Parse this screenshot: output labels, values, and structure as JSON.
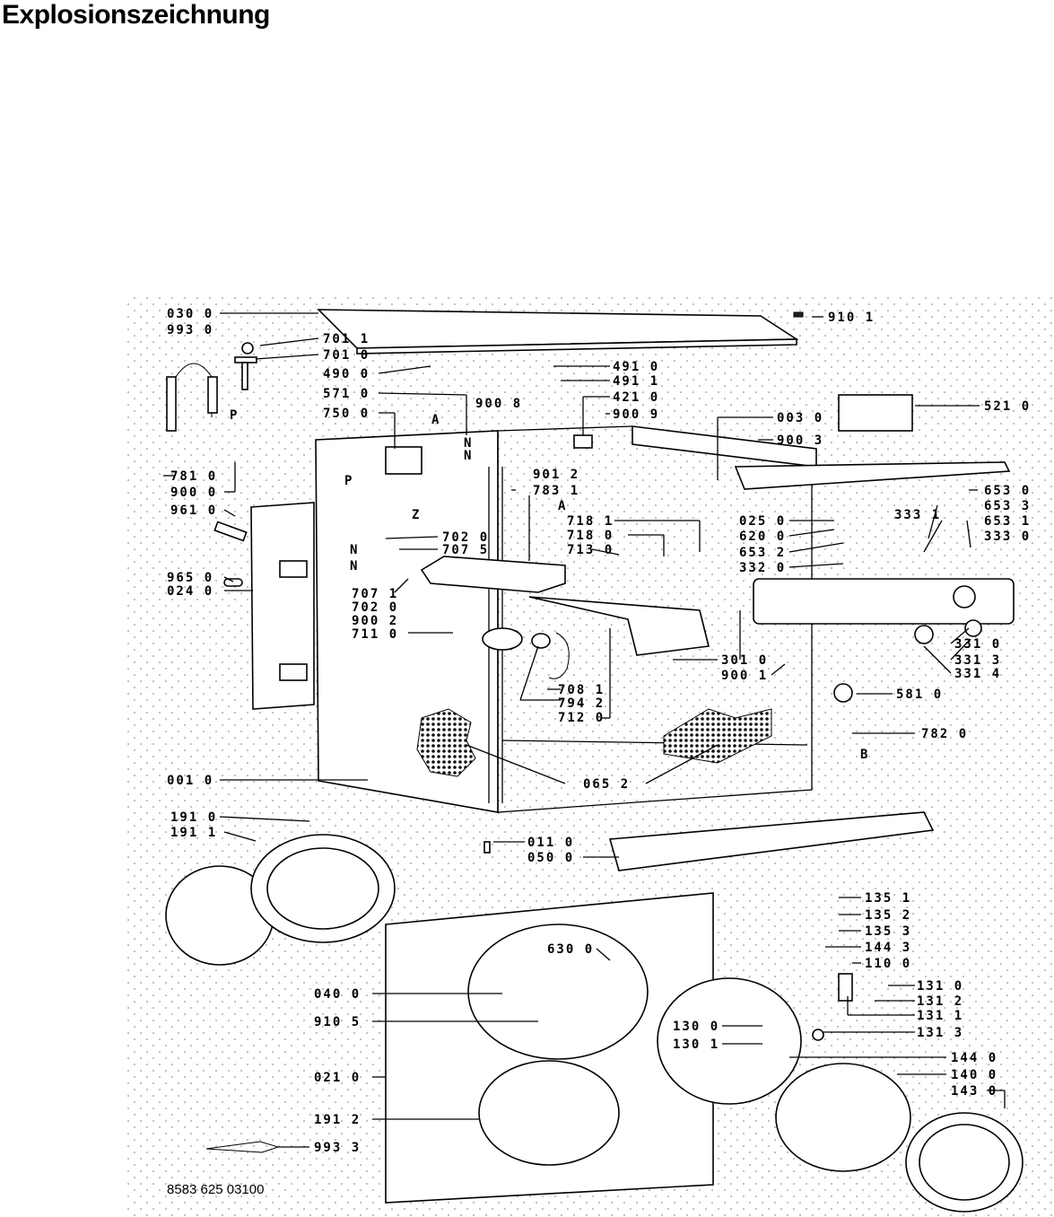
{
  "title": "Explosionszeichnung",
  "footer_code": "8583 625 03100",
  "labels": [
    "030 0",
    "993 0",
    "701 1",
    "701 0",
    "490 0",
    "571 0",
    "750 0",
    "781 0",
    "900 0",
    "961 0",
    "965 0",
    "024 0",
    "910 1",
    "491 0",
    "491 1",
    "421 0",
    "900 8",
    "900 9",
    "003 0",
    "900 3",
    "521 0",
    "901 2",
    "783 1",
    "702 0",
    "707 5",
    "718 1",
    "718 0",
    "713 0",
    "707 1",
    "702 0",
    "900 2",
    "711 0",
    "653 0",
    "653 3",
    "653 1",
    "333 1",
    "333 0",
    "025 0",
    "620 0",
    "653 2",
    "332 0",
    "301 0",
    "900 1",
    "331 0",
    "331 3",
    "331 4",
    "581 0",
    "782 0",
    "708 1",
    "794 2",
    "712 0",
    "001 0",
    "065 2",
    "191 0",
    "191 1",
    "011 0",
    "050 0",
    "135 1",
    "135 2",
    "135 3",
    "144 3",
    "110 0",
    "131 0",
    "131 2",
    "131 1",
    "131 3",
    "630 0",
    "040 0",
    "910 5",
    "130 0",
    "130 1",
    "144 0",
    "140 0",
    "143 0",
    "021 0",
    "191 2",
    "993 3"
  ],
  "letters": [
    "P",
    "P",
    "A",
    "N",
    "N",
    "Z",
    "N",
    "N",
    "A",
    "B"
  ],
  "icons": [
    "exploded-view-drawing"
  ]
}
